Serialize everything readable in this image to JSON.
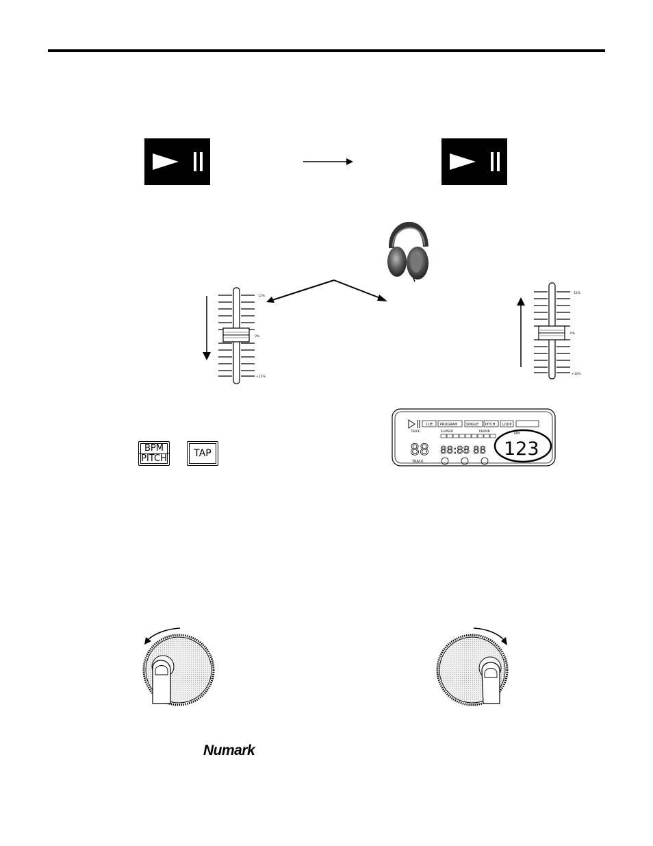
{
  "buttons": {
    "bpm": "BPM",
    "pitch": "PITCH",
    "tap": "TAP"
  },
  "sliders": {
    "left": {
      "top_label": "12%",
      "mid_label": "0%",
      "bottom_label": "+12%"
    },
    "right": {
      "top_label": "12%",
      "mid_label": "0%",
      "bottom_label": "+12%"
    }
  },
  "display": {
    "cue": "CUE",
    "program": "PROGRAM",
    "single": "SINGLE",
    "pitch": "PITCH",
    "loop": "LOOP",
    "track_small": "TRACK",
    "elapsed": "ELAPSED",
    "remain": "REMAIN",
    "bpm_small": "BPM",
    "track_digits": "88",
    "time_digits": "88:88 88",
    "bpm_value": "123",
    "track_bottom": "TRACK"
  },
  "footer": {
    "logo": "Numark"
  },
  "colors": {
    "ink": "#000000",
    "paper": "#ffffff",
    "wheel_fill": "#e8e8e8"
  }
}
